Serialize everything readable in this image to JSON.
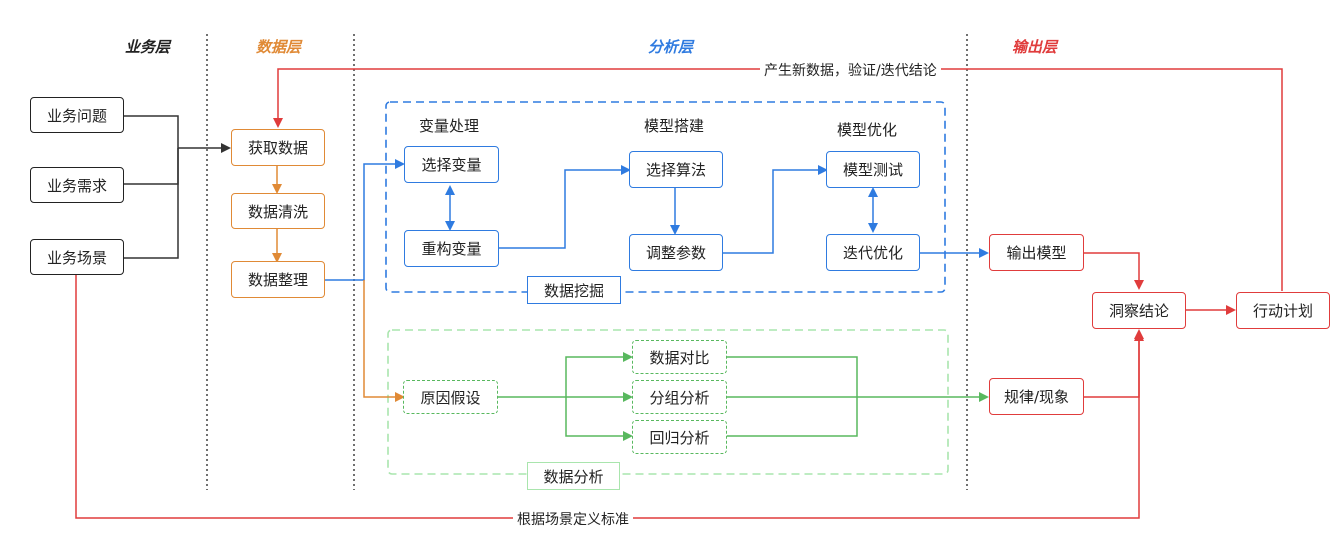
{
  "layers": {
    "business": {
      "title": "业务层",
      "color": "#222222"
    },
    "data": {
      "title": "数据层",
      "color": "#e08a36"
    },
    "analysis": {
      "title": "分析层",
      "color": "#2f7be0"
    },
    "output": {
      "title": "输出层",
      "color": "#e03c3c"
    }
  },
  "business_nodes": [
    "业务问题",
    "业务需求",
    "业务场景"
  ],
  "data_nodes": [
    "获取数据",
    "数据清洗",
    "数据整理"
  ],
  "mining": {
    "tab_label": "数据挖掘",
    "groups": [
      "变量处理",
      "模型搭建",
      "模型优化"
    ],
    "nodes": {
      "select_var": "选择变量",
      "rebuild_var": "重构变量",
      "select_algo": "选择算法",
      "tune_params": "调整参数",
      "model_test": "模型测试",
      "iterate_opt": "迭代优化"
    }
  },
  "analysis": {
    "tab_label": "数据分析",
    "nodes": {
      "hypothesis": "原因假设",
      "compare": "数据对比",
      "group": "分组分析",
      "regression": "回归分析"
    }
  },
  "output_nodes": {
    "model": "输出模型",
    "rules": "规律/现象",
    "insight": "洞察结论",
    "action": "行动计划"
  },
  "edge_labels": {
    "feedback": "产生新数据，验证/迭代结论",
    "standard": "根据场景定义标准"
  },
  "colors": {
    "business": "#222222",
    "data": "#e08a36",
    "mining": "#2f7be0",
    "analysis": "#58b85e",
    "output": "#e03c3c"
  }
}
